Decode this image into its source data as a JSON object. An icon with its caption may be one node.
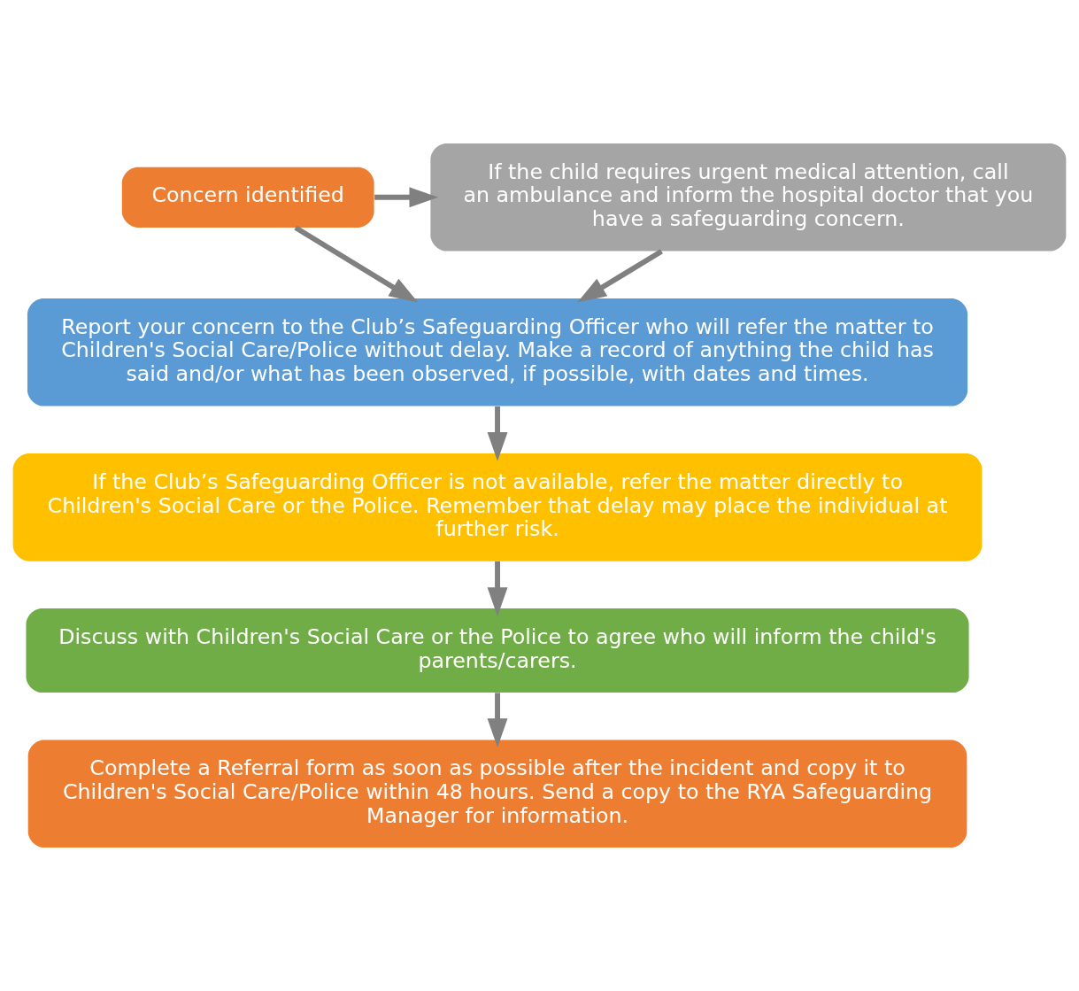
{
  "diagram": {
    "nodes": [
      {
        "text": [
          "Concern identified"
        ]
      },
      {
        "text": [
          "If the child requires urgent medical attention, call an ambulance and inform the hospital doctor that you have a safeguarding concern."
        ]
      },
      {
        "text": [
          "Report your concern to the Club’s Safeguarding Officer who will refer the matter to Children's Social Care/Police without delay. Make a record of anything the child has said and/or what has been observed, if possible, with dates and times."
        ]
      },
      {
        "text": [
          "If the Club’s Safeguarding Officer is not available, refer the matter directly to Children's Social Care or the Police. Remember that delay may place the individual at further risk."
        ]
      },
      {
        "text": [
          "Discuss with Children's Social Care or the Police to agree who will inform the child's parents/carers."
        ]
      },
      {
        "text": [
          "Complete a Referral form as soon as possible after the incident and copy it to Children's Social Care/Police within 48 hours. Send a copy to the RYA Safeguarding Manager for information."
        ]
      }
    ],
    "edges": [
      {
        "from": 0,
        "to": 1,
        "arrow": "to"
      },
      {
        "from": 0,
        "to": 2,
        "arrow": "to"
      },
      {
        "from": 1,
        "to": 2,
        "arrow": "to"
      },
      {
        "from": 2,
        "to": 3,
        "arrow": "to"
      },
      {
        "from": 3,
        "to": 4,
        "arrow": "to"
      },
      {
        "from": 4,
        "to": 5,
        "arrow": "to"
      }
    ]
  }
}
